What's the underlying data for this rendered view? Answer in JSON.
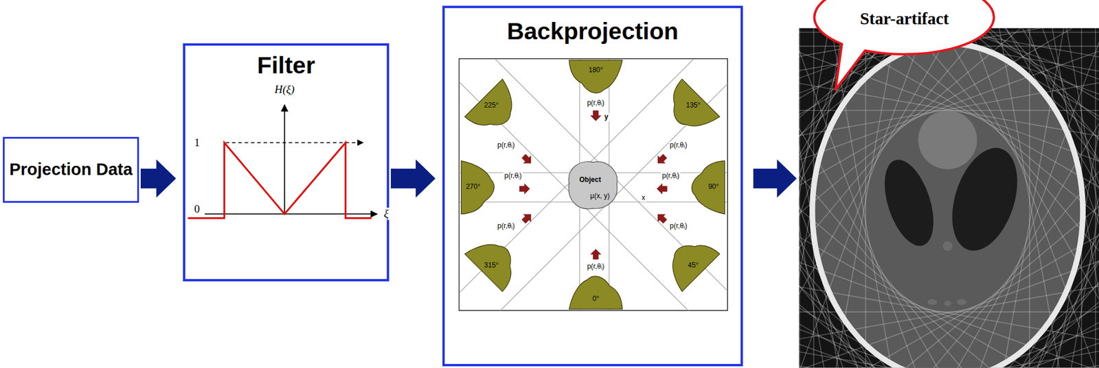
{
  "diagram": {
    "nodes": [
      {
        "text": [
          "Projection Data"
        ]
      },
      {
        "text": [
          "Filter"
        ]
      },
      {
        "text": [
          "Backprojection"
        ]
      },
      {
        "text": [
          "Star-artifact"
        ]
      }
    ],
    "edges": [
      {
        "from": 0,
        "to": 1,
        "arrow": "to"
      },
      {
        "from": 1,
        "to": 2,
        "arrow": "to"
      }
    ],
    "labels": [
      "H(ξ)",
      "1",
      "0",
      "ξ",
      "180°",
      "p(r,θᵢ)",
      "y",
      "225°",
      "p(r,θᵢ)",
      "135°",
      "p(r,θᵢ)",
      "270°",
      "p(r,θᵢ)",
      "Object",
      "μ(x, y)",
      "x",
      "p(r,θᵢ)",
      "90°",
      "315°",
      "p(r,θᵢ)",
      "45°",
      "p(r,θᵢ)",
      "0°",
      "p(r,θᵢ)"
    ]
  }
}
